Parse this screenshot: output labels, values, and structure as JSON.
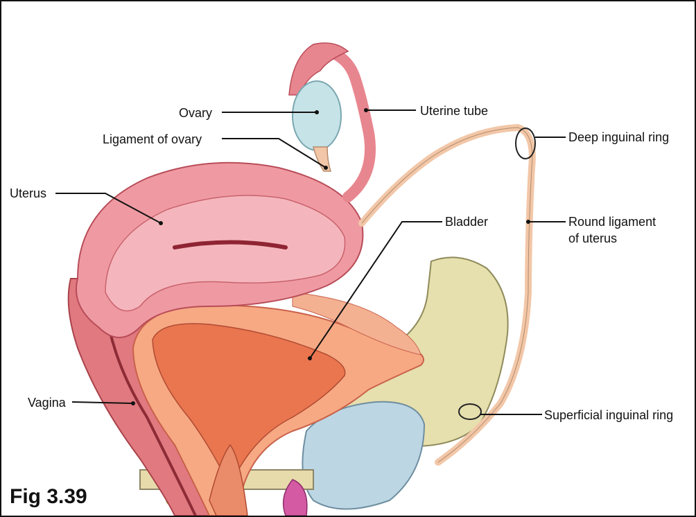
{
  "figure_label": "Fig 3.39",
  "labels": {
    "ovary": "Ovary",
    "uterine_tube": "Uterine tube",
    "ligament_of_ovary": "Ligament of ovary",
    "deep_inguinal_ring": "Deep inguinal ring",
    "uterus": "Uterus",
    "bladder": "Bladder",
    "round_ligament_line1": "Round ligament",
    "round_ligament_line2": "of uterus",
    "vagina": "Vagina",
    "superficial_inguinal_ring": "Superficial inguinal ring"
  },
  "colors": {
    "uterus": "#e8868f",
    "uterus_dark": "#c9545f",
    "bladder": "#e9764f",
    "bladder_light": "#f6a983",
    "ovary": "#c6e3e8",
    "ligament": "#f2c7a8",
    "bone": "#e6dfae",
    "cartilage": "#bcd6e4"
  }
}
